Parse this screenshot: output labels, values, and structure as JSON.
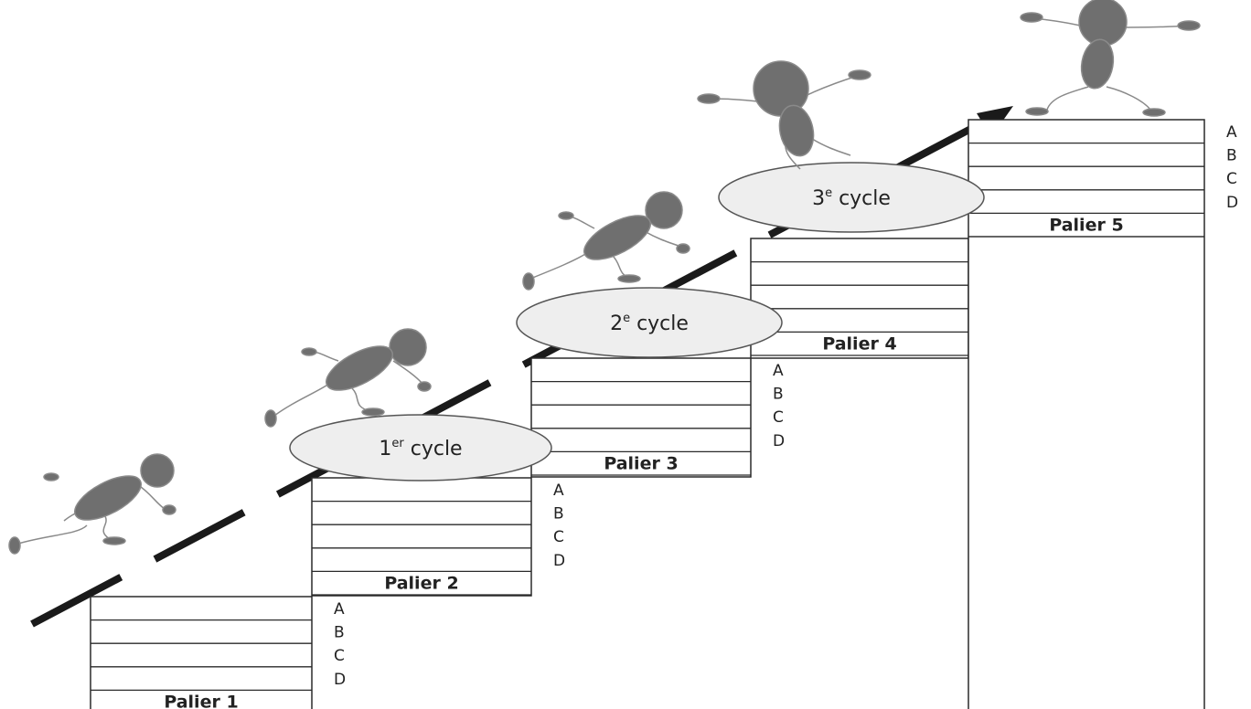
{
  "colors": {
    "outline": "#2a2a2a",
    "figure": "#6f6f6f",
    "ellipse_fill": "#eeeeee",
    "arrow": "#1a1a1a"
  },
  "letters": [
    "A",
    "B",
    "C",
    "D"
  ],
  "paliers": [
    {
      "label": "Palier 1"
    },
    {
      "label": "Palier 2"
    },
    {
      "label": "Palier 3"
    },
    {
      "label": "Palier 4"
    },
    {
      "label": "Palier 5"
    }
  ],
  "cycles": [
    {
      "number": "1",
      "suffix": "er",
      "word": "cycle"
    },
    {
      "number": "2",
      "suffix": "e",
      "word": "cycle"
    },
    {
      "number": "3",
      "suffix": "e",
      "word": "cycle"
    }
  ],
  "figures": [
    {
      "name": "figure-running-1",
      "pose": "running"
    },
    {
      "name": "figure-running-2",
      "pose": "running"
    },
    {
      "name": "figure-running-3",
      "pose": "running"
    },
    {
      "name": "figure-running-4",
      "pose": "running"
    },
    {
      "name": "figure-celebrating",
      "pose": "celebrating"
    }
  ]
}
